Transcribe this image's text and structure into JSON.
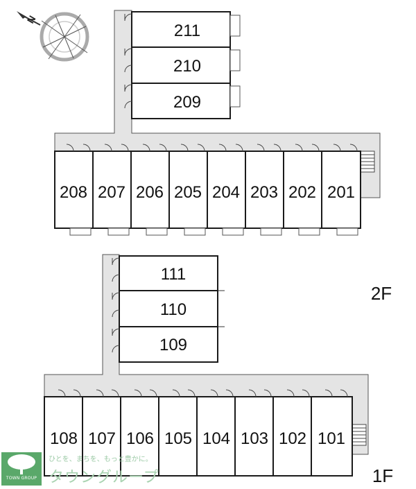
{
  "floor_labels": {
    "upper": "2F",
    "lower": "1F"
  },
  "compass": {
    "direction_label": "N"
  },
  "floor2": {
    "wing_rooms": [
      "211",
      "210",
      "209"
    ],
    "row_rooms": [
      "208",
      "207",
      "206",
      "205",
      "204",
      "203",
      "202",
      "201"
    ]
  },
  "floor1": {
    "wing_rooms": [
      "111",
      "110",
      "109"
    ],
    "row_rooms": [
      "108",
      "107",
      "106",
      "105",
      "104",
      "103",
      "102",
      "101"
    ]
  },
  "brand": {
    "tagline": "ひとを、まちを、もっと豊かに。",
    "name": "タウングループ",
    "logo_text": "TOWN GROUP"
  },
  "colors": {
    "walkway": "#e4e4e4",
    "wall": "#1a1a1a",
    "logo_green": "#5aa86a"
  }
}
